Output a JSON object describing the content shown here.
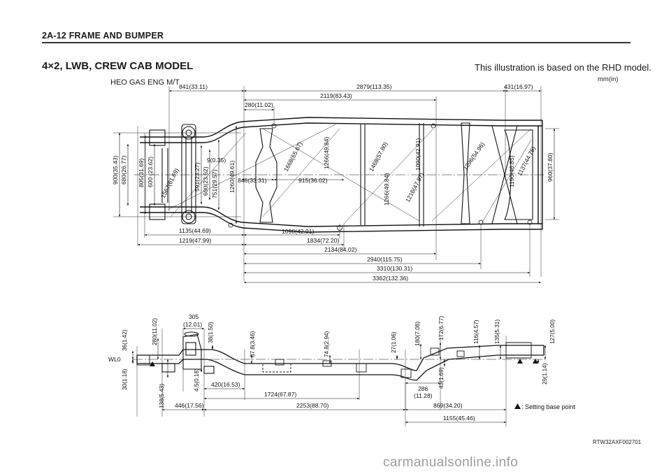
{
  "header": {
    "section": "2A-12  FRAME AND BUMPER"
  },
  "title": "4×2, LWB, CREW CAB MODEL",
  "note": "This illustration is based on the RHD model.",
  "units": "mm(in)",
  "variant": "HEO GAS ENG M/T",
  "figure_code": "RTW32AXF002701",
  "watermark": "carmanualsonline.info",
  "legend_label": ": Setting base point",
  "wl_label": "WL0",
  "top_view": {
    "dims": {
      "d841": "841(33.11)",
      "d2879": "2879(113.35)",
      "d431": "431(16.97)",
      "d2119": "2119(83.43)",
      "d280": "280(11.02)",
      "d900": "900(35.43)",
      "d680": "680(26.77)",
      "d805": "805(31.69)",
      "d600a": "600 (23.62)",
      "d1567": "1567(61.69)",
      "d591": "591(23.27)",
      "d600b": "600(23.62)",
      "d751": "751(29.57)",
      "d9": "9(0.35)",
      "d1260": "1260(49.61)",
      "d846": "846(33.31)",
      "d1668": "1668(65.67)",
      "d1266a": "1266(49.84)",
      "d915": "915(36.02)",
      "d1468": "1468(57.80)",
      "d1266b": "1266(49.84)",
      "d1216": "1216(47.87)",
      "d1090v": "1090(42.91)",
      "d1396": "1396(54.96)",
      "d1190": "1190(46.85)",
      "d1137": "1137(44.76)",
      "d960": "960(37.80)",
      "d1135": "1135(44.69)",
      "d1090h": "1090(42.91)",
      "d1219": "1219(47.99)",
      "d1834": "1834(72.20)",
      "d2134": "2134(84.02)",
      "d2940": "2940(115.75)",
      "d3310": "3310(130.31)",
      "d3362": "3362(132.36)"
    }
  },
  "side_view": {
    "dims": {
      "d305": "305",
      "d305b": "(12.01)",
      "d36": "36(1.42)",
      "d280": "280(11.02)",
      "d38": "38(1.50)",
      "d87": "87.8(3.46)",
      "d74": "74.8(2.94)",
      "d27": "27(1.06)",
      "d180": "180(7.08)",
      "d172": "172(6.77)",
      "d116": "116(4.57)",
      "d135": "135(5.31)",
      "d127": "127(5.00)",
      "d30": "30(1.18)",
      "d138": "138(5.43)",
      "d4_5": "4.5(0.18)",
      "d43": "43(1.69)",
      "d29": "29(1.14)",
      "d420": "420(16.53)",
      "d1724": "1724(67.87)",
      "d286": "286",
      "d286b": "(11.28)",
      "d446": "446(17.56)",
      "d2253": "2253(88.70)",
      "d869": "869(34.20)",
      "d1155": "1155(45.46)"
    }
  }
}
